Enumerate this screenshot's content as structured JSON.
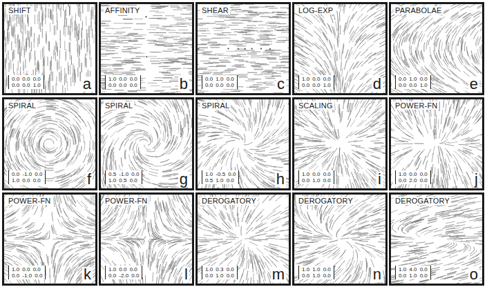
{
  "diagram": {
    "nodes": [
      {
        "text": [
          "SHIFT",
          "0.0 0.0 0.0",
          "0.0 0.0 1.0",
          "a"
        ]
      },
      {
        "text": [
          "AFFINITY",
          "1.0 0.0 0.0",
          "0.0 0.0 0.0",
          "b"
        ]
      },
      {
        "text": [
          "SHEAR",
          "0.0 1.0 0.0",
          "0.0 0.0 0.0",
          "c"
        ]
      },
      {
        "text": [
          "LOG-EXP",
          "1.0 0.0 0.0",
          "0.0 0.0 1.0",
          "d"
        ]
      },
      {
        "text": [
          "PARABOLAE",
          "0.0 1.0 0.0",
          "0.0 0.0 1.0",
          "e"
        ]
      },
      {
        "text": [
          "SPIRAL",
          "0.0 -1.0 0.0",
          "1.0 0.0 0.0",
          "f"
        ]
      },
      {
        "text": [
          "SPIRAL",
          "0.5 -1.0 0.0",
          "1.0 0.5 0.0",
          "g"
        ]
      },
      {
        "text": [
          "SPIRAL",
          "1.0 -0.5 0.0",
          "0.5 1.0 0.0",
          "h"
        ]
      },
      {
        "text": [
          "SCALING",
          "1.0 0.0 0.0",
          "0.0 1.0 0.0",
          "i"
        ]
      },
      {
        "text": [
          "POWER-FN",
          "1.0 0.0 0.0",
          "0.0 2.0 0.0",
          "j"
        ]
      },
      {
        "text": [
          "POWER-FN",
          "1.0 0.0 0.0",
          "0.0 -1.0 0.0",
          "k"
        ]
      },
      {
        "text": [
          "POWER-FN",
          "1.0 0.0 0.0",
          "0.0 -2.0 0.0",
          "l"
        ]
      },
      {
        "text": [
          "DEROGATORY",
          "1.0 0.3 0.0",
          "0.0 1.0 0.0",
          "m"
        ]
      },
      {
        "text": [
          "DEROGATORY",
          "1.0 1.0 0.0",
          "0.0 1.0 0.0",
          "n"
        ]
      },
      {
        "text": [
          "DEROGATORY",
          "1.0 4.0 0.0",
          "0.0 1.0 0.0",
          "o"
        ]
      }
    ]
  }
}
